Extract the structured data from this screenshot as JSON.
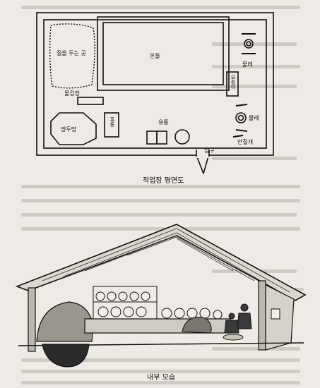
{
  "floor_plan": {
    "caption": "작업장 평면도",
    "labels": {
      "clay_storage": "질을 두는 곳",
      "kiln": "온돌",
      "wheel_1": "물레",
      "wheel_2": "물레",
      "clay_pit": "물감장",
      "pit": "땅두멍",
      "drying_area": "유통",
      "seat": "안질개",
      "entrance": "입구",
      "shelf_1": "흑동",
      "shelf_2": "모종이"
    }
  },
  "interior": {
    "caption": "내부 모습"
  }
}
